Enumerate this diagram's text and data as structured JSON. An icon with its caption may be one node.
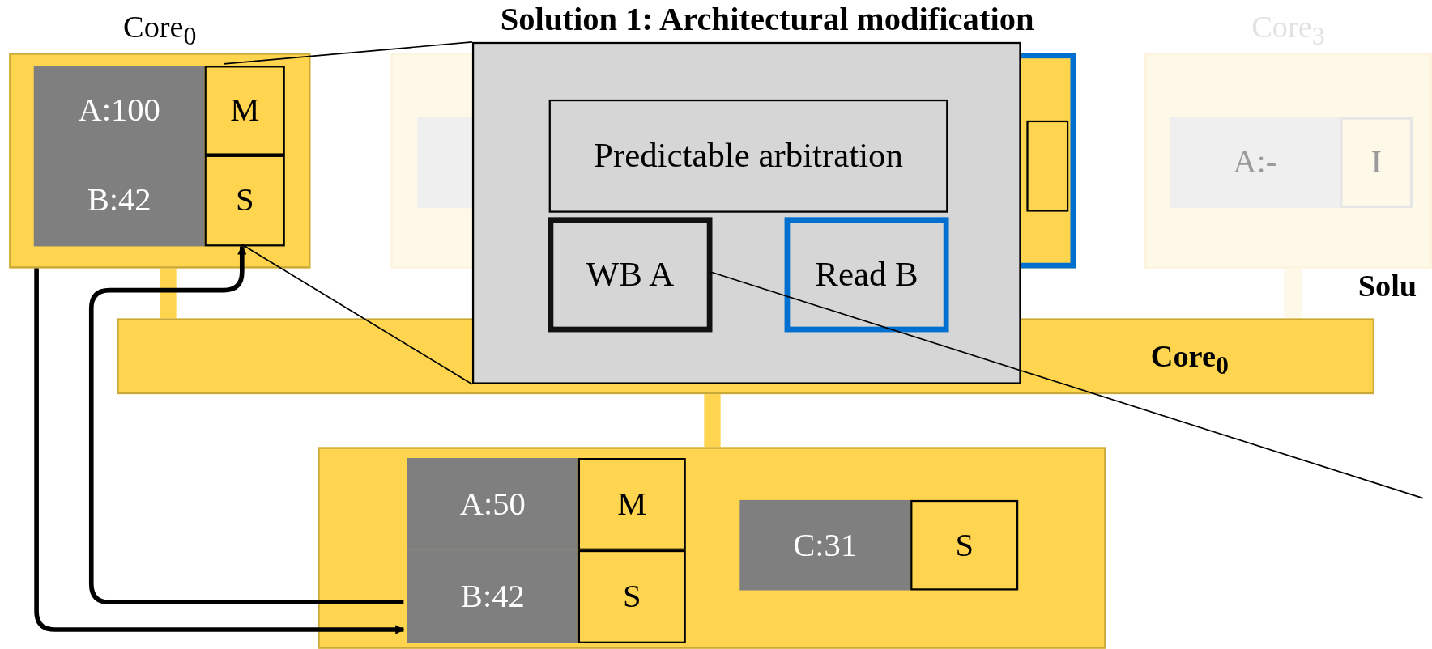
{
  "diagram": {
    "title": "Solution 1: Architectural modification",
    "nodes": [
      {
        "text": [
          "Core$_{0}$"
        ]
      },
      {
        "text": [
          "A:100"
        ],
        "in": 0
      },
      {
        "text": [
          "M"
        ],
        "in": 0
      },
      {
        "text": [
          "B:42"
        ],
        "in": 0
      },
      {
        "text": [
          "S"
        ],
        "in": 0
      },
      {
        "text": [],
        "shape": "box"
      },
      {
        "text": [],
        "shape": "box"
      },
      {
        "text": [
          "Core$_{3}$"
        ]
      },
      {
        "text": [
          "A:-"
        ],
        "in": 7
      },
      {
        "text": [
          "I"
        ],
        "in": 7
      },
      {
        "text": [
          "Core$_{0}$"
        ]
      },
      {
        "text": [],
        "shape": "box"
      },
      {
        "text": [
          "A:50"
        ],
        "in": 11
      },
      {
        "text": [
          "M"
        ],
        "in": 11
      },
      {
        "text": [
          "B:42"
        ],
        "in": 11
      },
      {
        "text": [
          "S"
        ],
        "in": 11
      },
      {
        "text": [
          "C:31"
        ],
        "in": 11
      },
      {
        "text": [
          "S"
        ],
        "in": 11
      },
      {
        "text": [],
        "shape": "box"
      },
      {
        "text": [
          "Predictable arbitration"
        ],
        "in": 18
      },
      {
        "text": [
          "WB A"
        ],
        "in": 18
      },
      {
        "text": [
          "Read B"
        ],
        "in": 18
      }
    ],
    "edges": [
      {
        "from": 0,
        "to": 14,
        "arrow": "to",
        "style": "thick"
      },
      {
        "from": 14,
        "to": 4,
        "arrow": "to",
        "style": "thick"
      },
      {
        "from": 2,
        "to": 18,
        "arrow": "none"
      },
      {
        "from": 4,
        "to": 18,
        "arrow": "none"
      },
      {
        "from": 20,
        "to": null,
        "arrow": "none"
      }
    ],
    "labels": [
      "Solu"
    ]
  }
}
